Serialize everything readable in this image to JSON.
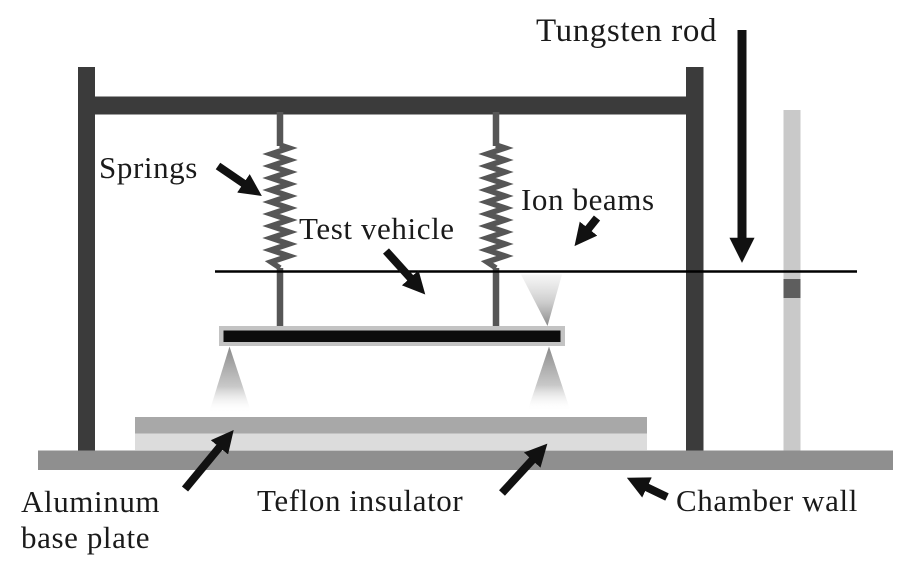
{
  "diagram": {
    "labels": {
      "tungsten_rod": "Tungsten rod",
      "springs": "Springs",
      "test_vehicle": "Test vehicle",
      "ion_beams": "Ion beams",
      "aluminum_base_plate_line1": "Aluminum",
      "aluminum_base_plate_line2": "base plate",
      "teflon_insulator": "Teflon insulator",
      "chamber_wall": "Chamber wall"
    },
    "colors": {
      "background": "#ffffff",
      "frame": "#3b3b3b",
      "spring": "#565656",
      "tungsten_rod_line": "#000000",
      "rod_holder": "#c9c9c9",
      "rod_holder_clamp": "#5e5e5e",
      "test_vehicle_body": "#0c0c0c",
      "test_vehicle_trim": "#c3c3c3",
      "aluminum_plate": "#a8a8a8",
      "teflon_plate": "#dcdcdc",
      "chamber_wall_floor": "#8f8f8f",
      "annotation": "#111111"
    }
  }
}
